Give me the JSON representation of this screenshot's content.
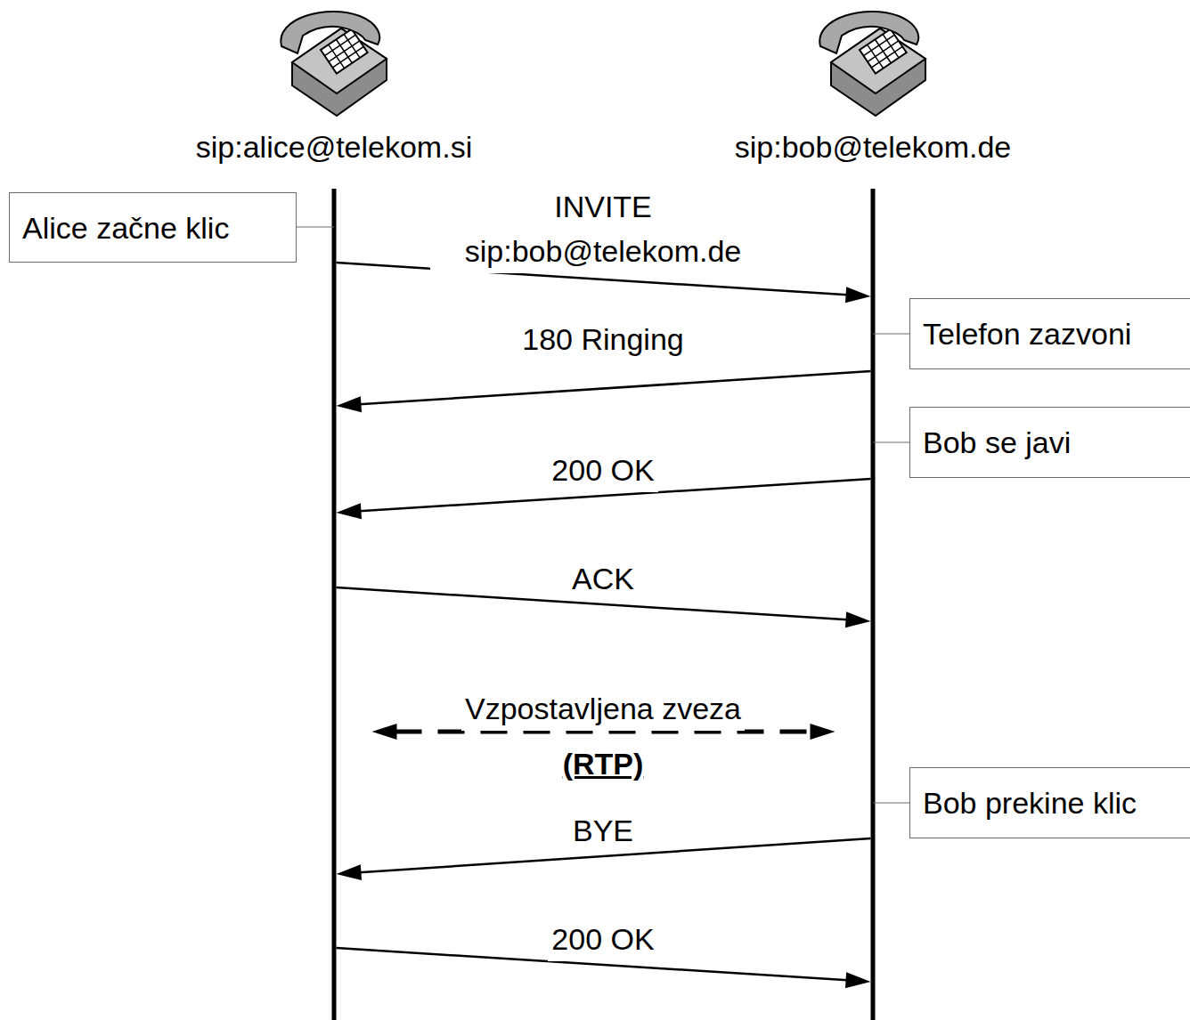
{
  "diagram": {
    "nodes": [
      {
        "text": [
          "sip:alice@telekom.si"
        ]
      },
      {
        "text": [
          "sip:bob@telekom.de"
        ]
      },
      {
        "text": [
          "Alice začne klic"
        ]
      },
      {
        "text": [
          "Telefon zazvoni"
        ]
      },
      {
        "text": [
          "Bob se javi"
        ]
      },
      {
        "text": [
          "Bob prekine klic"
        ]
      }
    ],
    "edges": [
      {
        "from": 0,
        "to": 1,
        "label": "INVITE sip:bob@telekom.de",
        "arrow": "to"
      },
      {
        "from": 1,
        "to": 0,
        "label": "180 Ringing",
        "arrow": "to"
      },
      {
        "from": 1,
        "to": 0,
        "label": "200 OK",
        "arrow": "to"
      },
      {
        "from": 0,
        "to": 1,
        "label": "ACK",
        "arrow": "to"
      },
      {
        "from": 0,
        "to": 1,
        "label": "Vzpostavljena zveza",
        "arrow": "both"
      },
      {
        "from": 1,
        "to": 0,
        "label": "BYE",
        "arrow": "to"
      },
      {
        "from": 0,
        "to": 1,
        "label": "200 OK",
        "arrow": "to"
      }
    ],
    "labels": [
      "(RTP)"
    ]
  }
}
